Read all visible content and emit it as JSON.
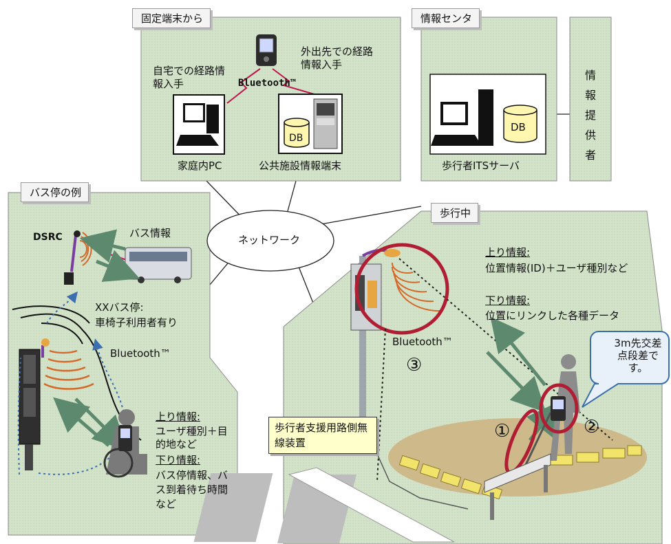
{
  "sections": {
    "fixed_terminal": {
      "title": "固定端末から",
      "home_route": "自宅での経路情報入手",
      "outside_route": "外出先での経路情報入手",
      "bluetooth": "Bluetooth™",
      "home_pc": "家庭内PC",
      "public_terminal": "公共施設情報端末",
      "db": "DB"
    },
    "info_center": {
      "title": "情報センタ",
      "server": "歩行者ITSサーバ",
      "db": "DB",
      "provider": "情報提供者"
    },
    "network": "ネットワーク",
    "bus_stop": {
      "title": "バス停の例",
      "dsrc": "DSRC",
      "bus_info": "バス情報",
      "notice_line1": "XXバス停:",
      "notice_line2": "車椅子利用者有り",
      "bluetooth": "Bluetooth™",
      "up_title": "上り情報:",
      "up_body": "ユーザ種別＋目的地など",
      "down_title": "下り情報:",
      "down_body": "バス停情報、バス到着待ち時間など"
    },
    "walking": {
      "title": "歩行中",
      "up_title": "上り情報:",
      "up_body": "位置情報(ID)＋ユーザ種別など",
      "down_title": "下り情報:",
      "down_body": "位置にリンクした各種データ",
      "bluetooth": "Bluetooth™",
      "num1": "①",
      "num2": "②",
      "num3": "③",
      "speech": "3m先交差点段差です。",
      "roadside_device": "歩行者支援用路側無線装置"
    }
  },
  "colors": {
    "panel_fill": "#d3e3c9",
    "crimson": "#b01e34",
    "wave": "#d46a2a",
    "arrow": "#5d8a6e",
    "ground": "#cdb98a",
    "speech_fill": "#e8f1fa",
    "speech_stroke": "#3a6fa8"
  },
  "icons": [
    "phone-icon",
    "computer-icon",
    "kiosk-icon",
    "database-icon",
    "server-icon",
    "bus-icon",
    "wheelchair-user-icon",
    "pedestrian-icon",
    "signal-pole-icon"
  ]
}
